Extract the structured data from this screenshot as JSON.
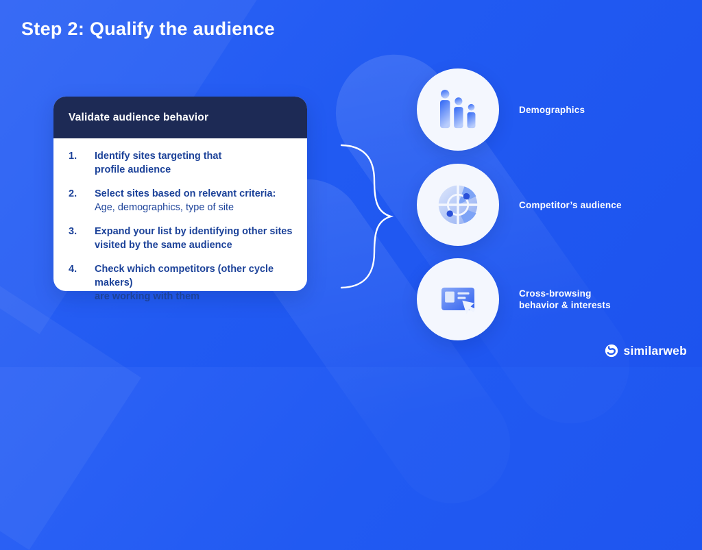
{
  "slide": {
    "title": "Step 2: Qualify the audience"
  },
  "card": {
    "header": "Validate audience behavior",
    "items": [
      {
        "number": "1.",
        "bold_line1": "Identify sites targeting that",
        "bold_line2": "profile audience",
        "sub": ""
      },
      {
        "number": "2.",
        "bold_line1": "Select sites based on relevant criteria:",
        "bold_line2": "",
        "sub": "Age, demographics, type of site"
      },
      {
        "number": "3.",
        "bold_line1": "Expand your list by identifying other sites",
        "bold_line2": "visited by the same audience",
        "sub": ""
      },
      {
        "number": "4.",
        "bold_line1": "Check which competitors (other cycle makers)",
        "bold_line2": "are working with them",
        "sub": ""
      }
    ]
  },
  "outcomes": [
    {
      "icon": "demographics-bars-icon",
      "label_line1": "Demographics",
      "label_line2": ""
    },
    {
      "icon": "radar-target-icon",
      "label_line1": "Competitor’s audience",
      "label_line2": ""
    },
    {
      "icon": "browser-cursor-icon",
      "label_line1": "Cross-browsing",
      "label_line2": "behavior & interests"
    }
  ],
  "brand": {
    "logo_text": "similarweb"
  },
  "colors": {
    "background": "#215af2",
    "card_header": "#1d2a55",
    "card_text": "#1c4299",
    "icon_blue": "#3e74fe",
    "circle_bg": "#f4f7fe",
    "label_text": "#ffffff"
  }
}
